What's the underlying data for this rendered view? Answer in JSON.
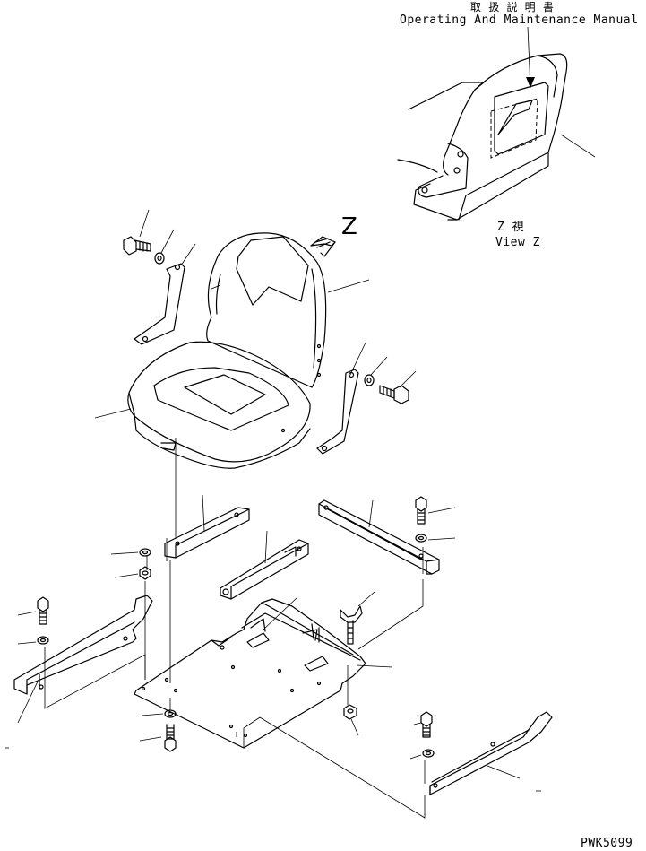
{
  "callout": {
    "manual_jp": "取 扱 説 明 書",
    "manual_en": "Operating And Maintenance Manual"
  },
  "view": {
    "arrow_letter": "Z",
    "caption_jp": "Z 視",
    "caption_en": "View Z"
  },
  "drawing_number": "PWK5099"
}
